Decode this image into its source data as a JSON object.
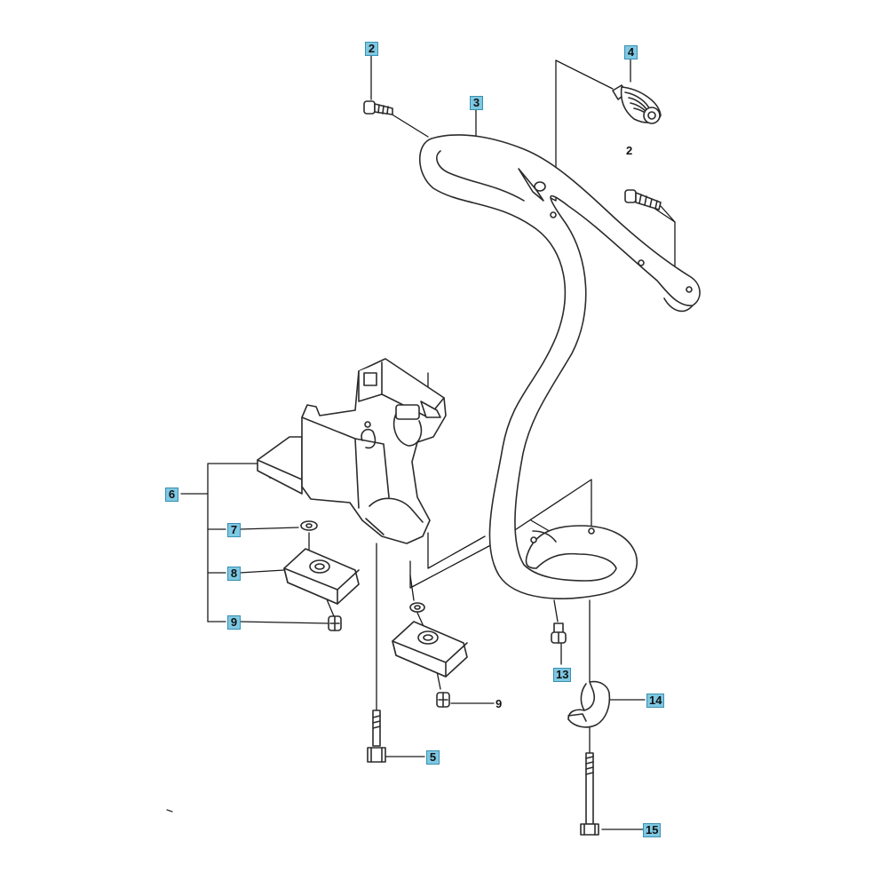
{
  "colors": {
    "stroke": "#2b2b2b",
    "part_fill": "#ffffff",
    "callout_highlight": "#7ec8e3",
    "leader": "#1a1a1a"
  },
  "callouts": [
    {
      "id": "c2a",
      "label": "2",
      "highlighted": true
    },
    {
      "id": "c3",
      "label": "3",
      "highlighted": true
    },
    {
      "id": "c4",
      "label": "4",
      "highlighted": true
    },
    {
      "id": "c2b",
      "label": "2",
      "highlighted": false
    },
    {
      "id": "c6",
      "label": "6",
      "highlighted": true
    },
    {
      "id": "c7",
      "label": "7",
      "highlighted": true
    },
    {
      "id": "c8",
      "label": "8",
      "highlighted": true
    },
    {
      "id": "c9a",
      "label": "9",
      "highlighted": true
    },
    {
      "id": "c13",
      "label": "13",
      "highlighted": true
    },
    {
      "id": "c14",
      "label": "14",
      "highlighted": true
    },
    {
      "id": "c9b",
      "label": "9",
      "highlighted": false
    },
    {
      "id": "c5",
      "label": "5",
      "highlighted": true
    },
    {
      "id": "c15",
      "label": "15",
      "highlighted": true
    }
  ],
  "parts": [
    {
      "part": "screw-2-upper",
      "icon": "screw-icon"
    },
    {
      "part": "front-handle-3",
      "icon": "handle-bar-icon"
    },
    {
      "part": "spring-4",
      "icon": "spring-icon"
    },
    {
      "part": "screw-2-right",
      "icon": "screw-icon"
    },
    {
      "part": "handle-bracket-6",
      "icon": "bracket-icon"
    },
    {
      "part": "washer-7",
      "icon": "washer-icon"
    },
    {
      "part": "vibration-damper-8",
      "icon": "damper-icon"
    },
    {
      "part": "screw-9",
      "icon": "screw-icon"
    },
    {
      "part": "screw-13",
      "icon": "screw-icon"
    },
    {
      "part": "clamp-14",
      "icon": "clamp-icon"
    },
    {
      "part": "screw-5",
      "icon": "long-bolt-icon"
    },
    {
      "part": "screw-15",
      "icon": "long-bolt-icon"
    }
  ]
}
